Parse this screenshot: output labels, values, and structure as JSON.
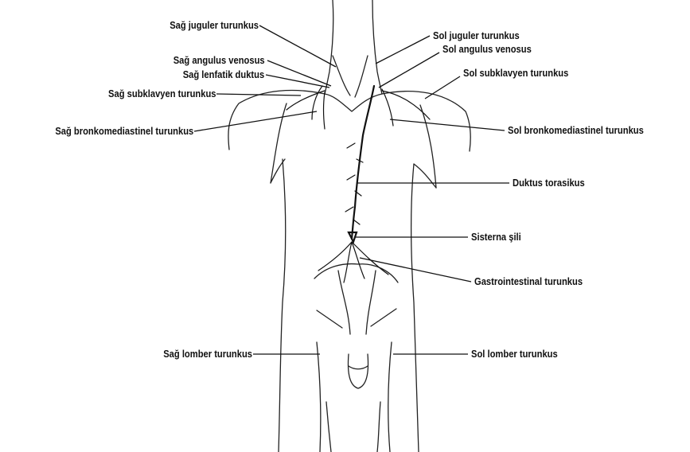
{
  "labels": {
    "sag_juguler": "Sağ juguler turunkus",
    "sag_angulus": "Sağ angulus venosus",
    "sag_lenfatik": "Sağ lenfatik duktus",
    "sag_subklavyen": "Sağ subklavyen turunkus",
    "sag_bronko": "Sağ bronkomediastinel turunkus",
    "sol_juguler": "Sol juguler turunkus",
    "sol_angulus": "Sol angulus venosus",
    "sol_subklavyen": "Sol subklavyen turunkus",
    "sol_bronko": "Sol bronkomediastinel turunkus",
    "duktus_torasikus": "Duktus torasikus",
    "sisterna_sili": "Sisterna şili",
    "gastrointestinal": "Gastrointestinal turunkus",
    "sag_lomber": "Sağ lomber turunkus",
    "sol_lomber": "Sol lomber turunkus"
  }
}
